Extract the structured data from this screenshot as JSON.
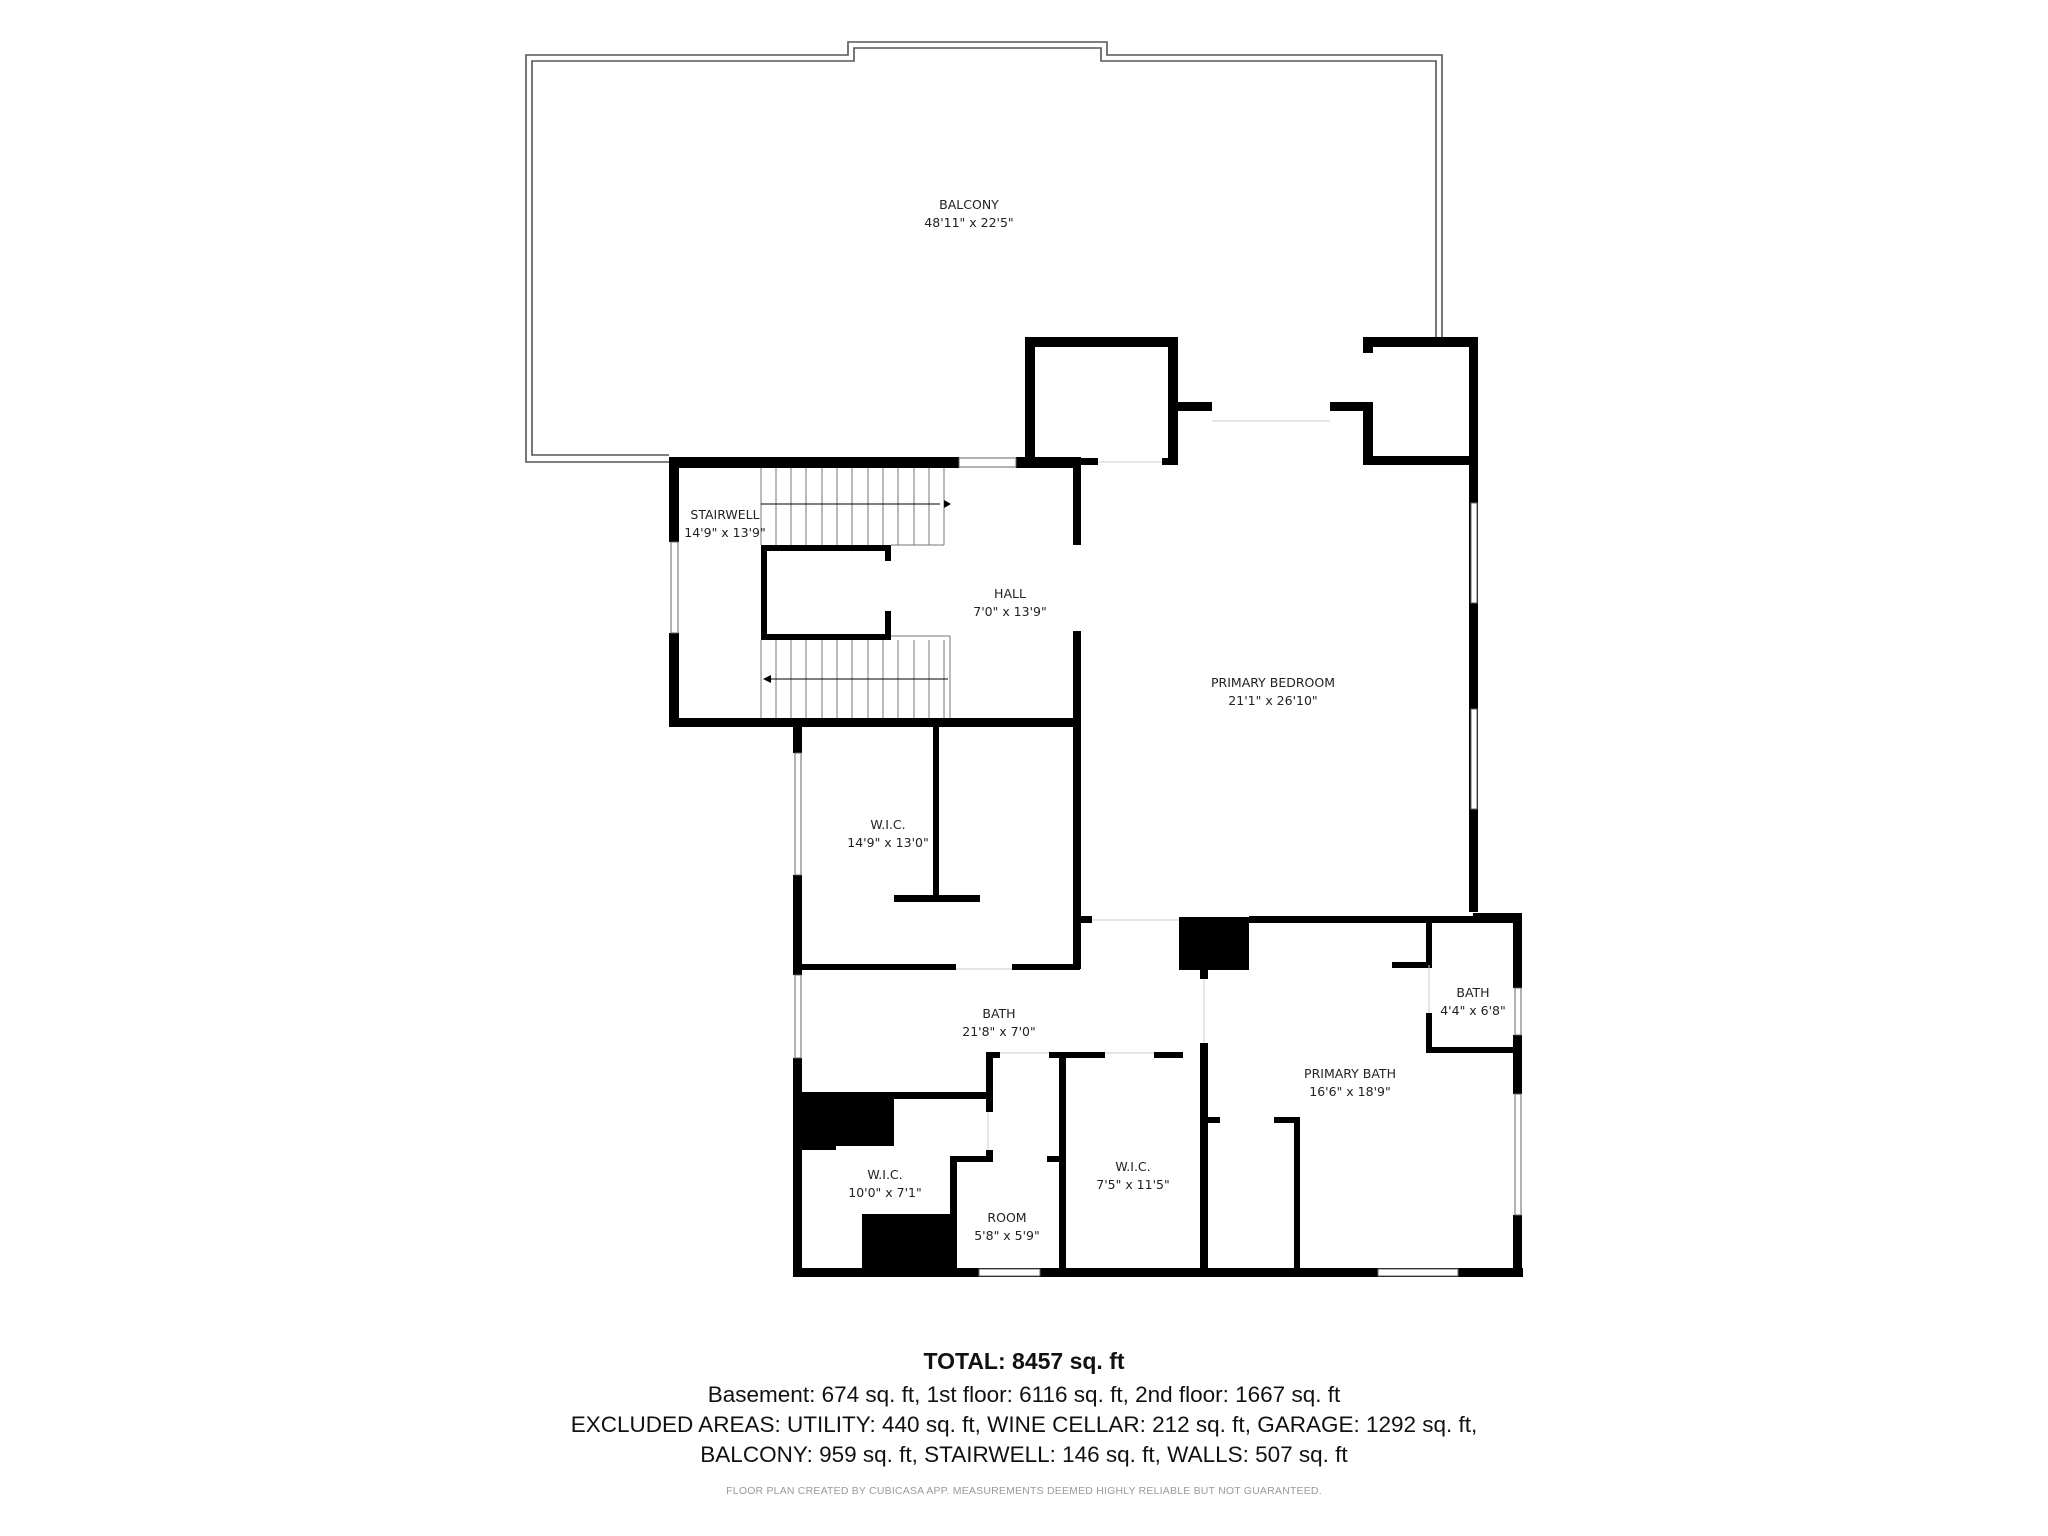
{
  "rooms": [
    {
      "name": "BALCONY",
      "dims": "48'11\" x 22'5\""
    },
    {
      "name": "STAIRWELL",
      "dims": "14'9\" x 13'9\""
    },
    {
      "name": "HALL",
      "dims": "7'0\" x 13'9\""
    },
    {
      "name": "PRIMARY BEDROOM",
      "dims": "21'1\" x 26'10\""
    },
    {
      "name": "W.I.C.",
      "dims": "14'9\" x 13'0\""
    },
    {
      "name": "BATH",
      "dims": "21'8\" x 7'0\""
    },
    {
      "name": "BATH",
      "dims": "4'4\" x 6'8\""
    },
    {
      "name": "PRIMARY BATH",
      "dims": "16'6\" x 18'9\""
    },
    {
      "name": "W.I.C.",
      "dims": "10'0\" x 7'1\""
    },
    {
      "name": "ROOM",
      "dims": "5'8\" x 5'9\""
    },
    {
      "name": "W.I.C.",
      "dims": "7'5\" x 11'5\""
    }
  ],
  "summary": {
    "total": "TOTAL: 8457 sq. ft",
    "floors": "Basement: 674 sq. ft, 1st floor: 6116 sq. ft, 2nd floor: 1667 sq. ft",
    "excluded_1": "EXCLUDED AREAS: UTILITY: 440 sq. ft, WINE CELLAR: 212 sq. ft, GARAGE: 1292 sq. ft,",
    "excluded_2": "BALCONY: 959 sq. ft, STAIRWELL: 146 sq. ft, WALLS: 507 sq. ft"
  },
  "footer": "FLOOR PLAN CREATED BY CUBICASA APP. MEASUREMENTS DEEMED HIGHLY RELIABLE BUT NOT GUARANTEED.",
  "colors": {
    "wall": "#000000",
    "outline": "#555555",
    "background": "#ffffff",
    "footer_text": "#9a9a9a"
  }
}
